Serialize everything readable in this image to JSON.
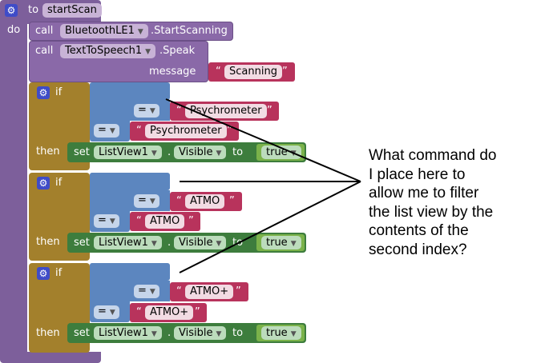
{
  "procedure": {
    "kw_to": "to",
    "name": "startScan",
    "kw_do": "do",
    "calls": [
      {
        "kw": "call",
        "component": "BluetoothLE1",
        "method": ".StartScanning"
      },
      {
        "kw": "call",
        "component": "TextToSpeech1",
        "method": ".Speak",
        "arg_label": "message",
        "arg_value": "Scanning"
      }
    ],
    "if_blocks": [
      {
        "kw_if": "if",
        "op1": "=",
        "text1": "Psychrometer",
        "op2": "=",
        "text2": "Psychrometer",
        "kw_then": "then",
        "kw_set": "set",
        "component": "ListView1",
        "dot": ".",
        "property": "Visible",
        "kw_to": "to",
        "value": "true"
      },
      {
        "kw_if": "if",
        "op1": "=",
        "text1": "ATMO",
        "op2": "=",
        "text2": "ATMO",
        "kw_then": "then",
        "kw_set": "set",
        "component": "ListView1",
        "dot": ".",
        "property": "Visible",
        "kw_to": "to",
        "value": "true"
      },
      {
        "kw_if": "if",
        "op1": "=",
        "text1": "ATMO+",
        "op2": "=",
        "text2": "ATMO+",
        "kw_then": "then",
        "kw_set": "set",
        "component": "ListView1",
        "dot": ".",
        "property": "Visible",
        "kw_to": "to",
        "value": "true"
      }
    ]
  },
  "annotation": {
    "lines": [
      "What command do",
      "I place here to",
      "allow me to filter",
      "the list view by the",
      "contents of the",
      "second index?"
    ]
  },
  "colors": {
    "procedure": "#7d5f9b",
    "control_if": "#a3802c",
    "logic_compare": "#5c86bf",
    "text": "#b8335c",
    "setter": "#3d7d3d",
    "gear": "#3f4cc8"
  },
  "icons": {
    "mutator": "gear-icon",
    "dropdown": "chevron-down-icon"
  }
}
